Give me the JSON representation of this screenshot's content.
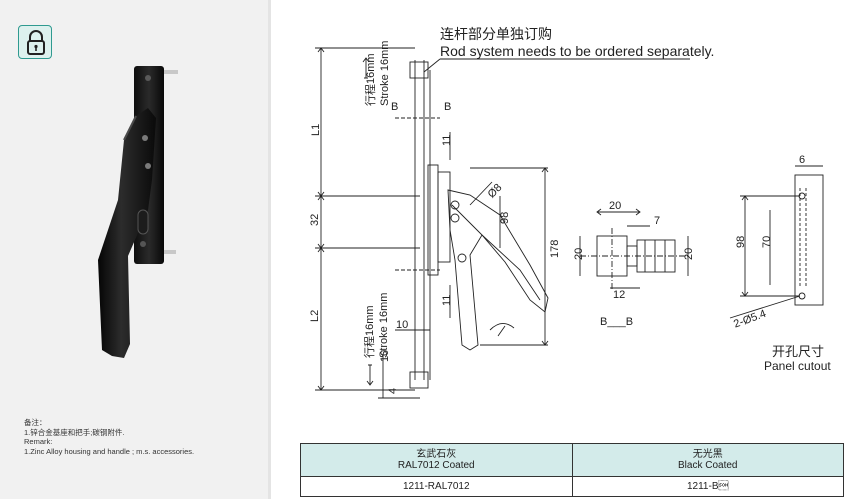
{
  "left_panel": {
    "badge_icon": "padlock-icon",
    "remark_lines": [
      "备注：",
      "1.锌合金基座和把手;碳钢附件.",
      "Remark:",
      "1.Zinc Alloy housing and handle ; m.s. accessories."
    ]
  },
  "drawing": {
    "note_cn": "连杆部分单独订购",
    "note_en": "Rod system needs to be ordered separately.",
    "stroke_top_cn": "行程16mm",
    "stroke_top_en": "Stroke 16mm",
    "stroke_bottom_cn": "行程16mm",
    "stroke_bottom_en": "Stroke 16mm",
    "section_label": "B",
    "section_view_label": "B___B",
    "dims": {
      "l1": "L1",
      "l2": "L2",
      "d32": "32",
      "d11_top": "11",
      "d11_bot": "11",
      "d10_h": "10",
      "d10_v": "10",
      "d4": "4",
      "d98": "98",
      "d178": "178",
      "phi8": "Ø8",
      "s20_top": "20",
      "s7": "7",
      "s20_left": "20",
      "s20_right": "20",
      "s12": "12",
      "p6": "6",
      "p98": "98",
      "p70": "70",
      "p_hole": "2-Ø5.4"
    },
    "cutout_cn": "开孔尺寸",
    "cutout_en": "Panel  cutout"
  },
  "spec_table": {
    "columns": [
      {
        "cn": "玄武石灰",
        "en": "RAL7012 Coated"
      },
      {
        "cn": "无光黑",
        "en": "Black Coated"
      }
    ],
    "values": [
      "1211-RAL7012",
      "1211-B\u0001"
    ]
  }
}
